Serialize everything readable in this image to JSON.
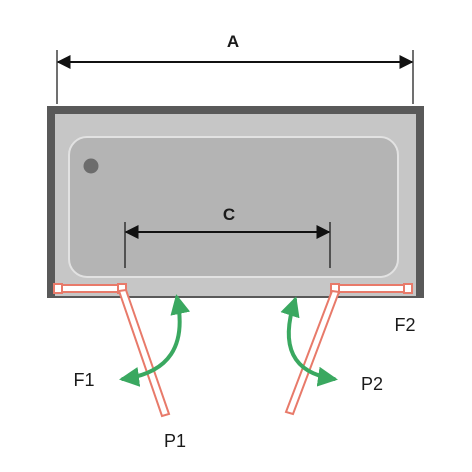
{
  "labels": {
    "width_a": "A",
    "opening_c": "C",
    "fixed_left": "F1",
    "fixed_right": "F2",
    "panel_left": "P1",
    "panel_right": "P2"
  },
  "colors": {
    "tub_frame": "#595959",
    "tub_rim": "#c6c6c6",
    "tub_basin": "#b4b4b4",
    "drain": "#6c6c6c",
    "glass_panel": "#e87a6a",
    "rotation_arrow": "#3aa860",
    "dimension_line": "#111111"
  }
}
